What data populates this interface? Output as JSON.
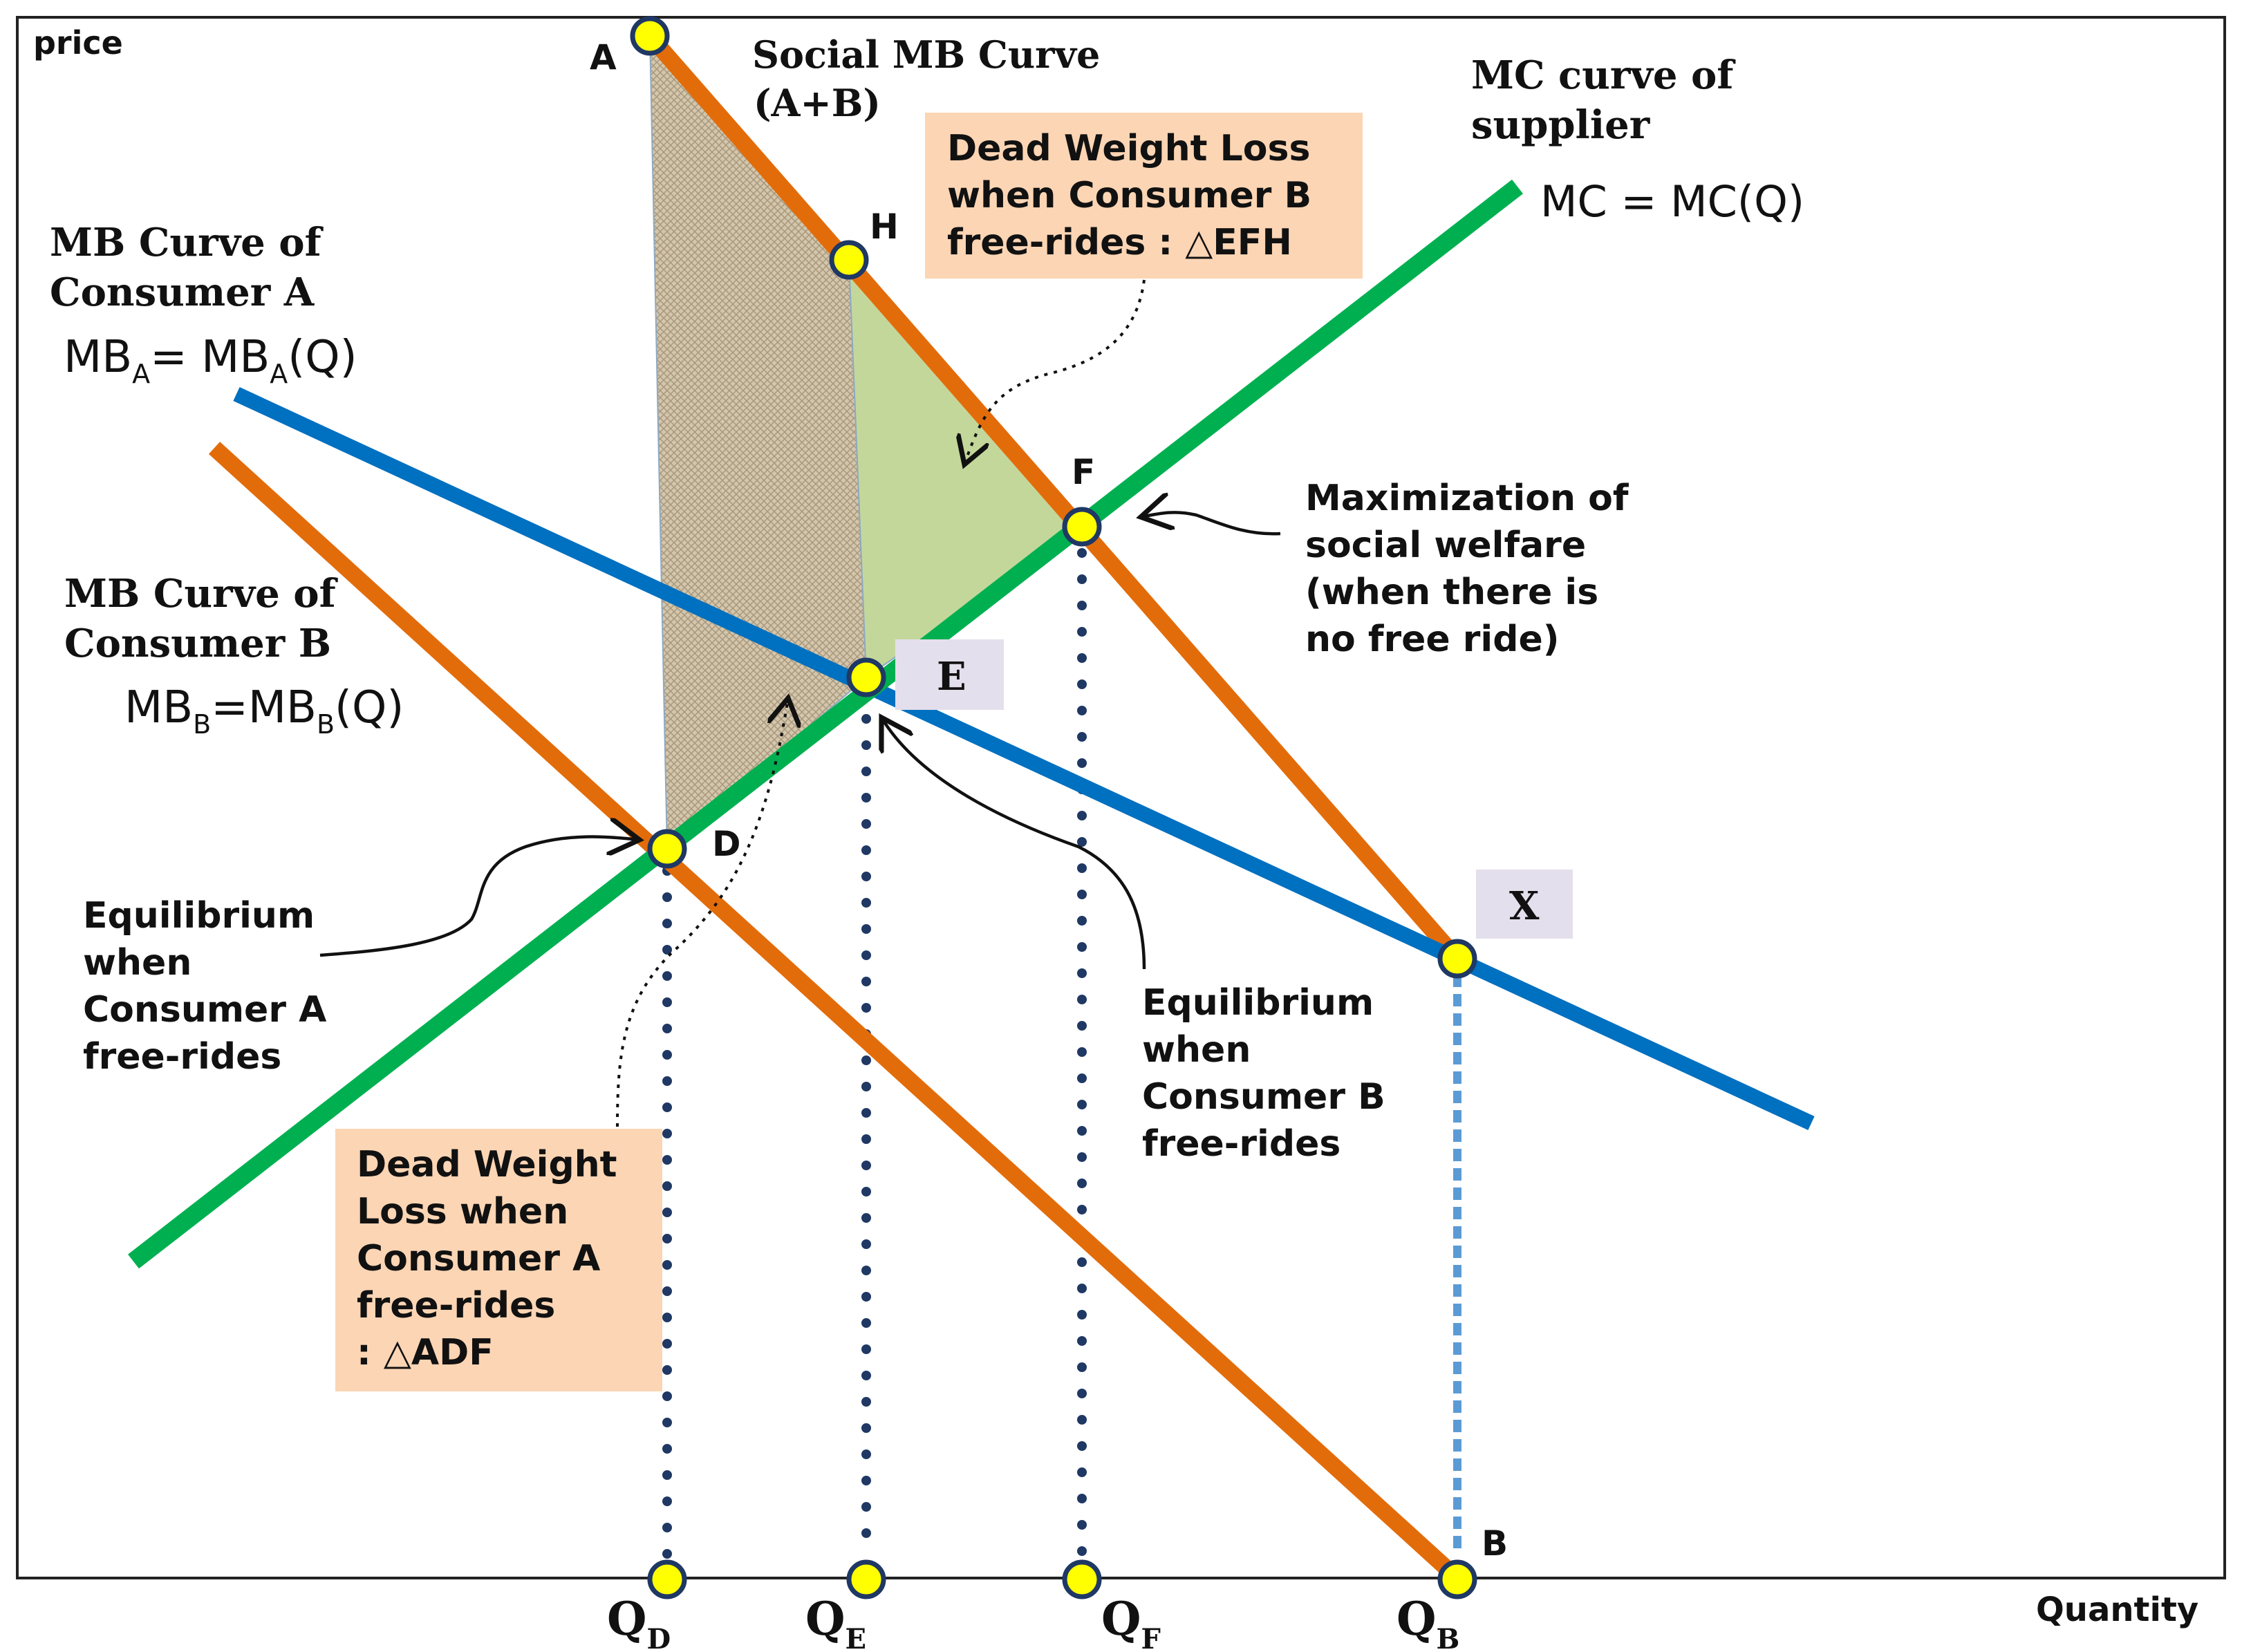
{
  "axes": {
    "y_label": "price",
    "x_label": "Quantity"
  },
  "curves": {
    "social_mb": {
      "title_line1": "Social MB Curve",
      "title_line2": "(A+B)",
      "color": "#e36c0a"
    },
    "mc": {
      "title_line1": "MC curve of",
      "title_line2": "supplier",
      "equation": "MC = MC(Q)",
      "color": "#00b050"
    },
    "mb_a": {
      "title_line1": "MB Curve of",
      "title_line2": "Consumer A",
      "eq_main": "MB",
      "eq_sub": "A",
      "eq_rest_1": "= MB",
      "eq_sub_2": "A",
      "eq_rest_2": "(Q)",
      "color": "#0070c0"
    },
    "mb_b": {
      "title_line1": "MB Curve of",
      "title_line2": "Consumer B",
      "eq_main": "MB",
      "eq_sub": "B",
      "eq_rest_1": "=MB",
      "eq_sub_2": "B",
      "eq_rest_2": "(Q)",
      "color": "#e36c0a"
    }
  },
  "points": {
    "A": "A",
    "H": "H",
    "F": "F",
    "E": "E",
    "D": "D",
    "X": "X",
    "B": "B"
  },
  "quantities": {
    "qd": {
      "main": "Q",
      "sub": "D"
    },
    "qe": {
      "main": "Q",
      "sub": "E"
    },
    "qf": {
      "main": "Q",
      "sub": "F"
    },
    "qb": {
      "main": "Q",
      "sub": "B"
    }
  },
  "callouts": {
    "dwl_b": {
      "line1": "Dead Weight Loss",
      "line2": "when Consumer B",
      "line3": "free-rides : △EFH",
      "fill": "#fcd5b4"
    },
    "dwl_a": {
      "line1": "Dead Weight",
      "line2": "Loss when",
      "line3": "Consumer A",
      "line4": "free-rides",
      "line5": ": △ADF",
      "fill": "#fcd5b4"
    },
    "max_welfare": {
      "line1": "Maximization of",
      "line2": "social welfare",
      "line3": "(when there is",
      "line4": "no free ride)"
    },
    "eq_a": {
      "line1": "Equilibrium",
      "line2": "when",
      "line3": "Consumer A",
      "line4": "free-rides"
    },
    "eq_b": {
      "line1": "Equilibrium",
      "line2": "when",
      "line3": "Consumer B",
      "line4": "free-rides"
    }
  },
  "colors": {
    "point_fill": "#ffff00",
    "point_stroke": "#1f3864",
    "guide_dots": "#1f3864",
    "guide_qb": "#5b9bd5",
    "shade_efh": "#c4d79b",
    "shade_adf": "#c9b99a",
    "label_box": "#e4dfec"
  }
}
